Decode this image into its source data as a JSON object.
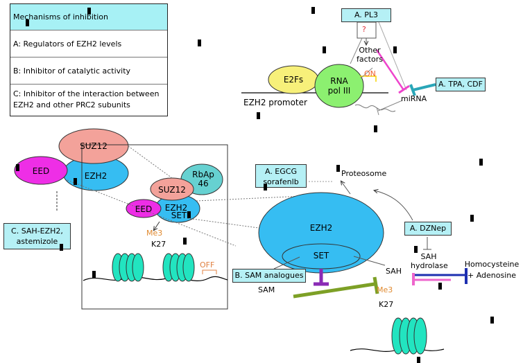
{
  "legend": {
    "title": "Mechanisms of inhibition",
    "rows": [
      "A: Regulators of EZH2 levels",
      "B: Inhibitor of catalytic activity",
      "C: Inhibitor of the interaction between EZH2 and other PRC2 subunits"
    ]
  },
  "promoter": {
    "pl3": "A. PL3",
    "question": "?",
    "other_factors": "Other factors",
    "e2fs": "E2Fs",
    "rnapol": "RNA pol III",
    "on": "ON",
    "tpa_cdf": "A. TPA, CDF",
    "mirna": "miRNA",
    "promoter_label": "EZH2 promoter"
  },
  "complex": {
    "suz12": "SUZ12",
    "eed": "EED",
    "ezh2": "EZH2",
    "sah_ezh2": "C. SAH-EZH2, astemizole",
    "rbap46": "RbAp 46",
    "suz12_small": "SUZ12",
    "eed_small": "EED",
    "ezh2_small": "EZH2",
    "set_small": "SET",
    "me3": "Me3",
    "k27": "K27",
    "off": "OFF"
  },
  "catalysis": {
    "egcg": "A. EGCG sorafenlb",
    "proteosome": "Proteosome",
    "ezh2_big": "EZH2",
    "set_big": "SET",
    "dznep": "A. DZNep",
    "sah_hydrolase": "SAH hydrolase",
    "homocysteine": "Homocysteine + Adenosine",
    "sam_analogues": "B. SAM analogues",
    "sam": "SAM",
    "sah": "SAH",
    "me3": "Me3",
    "k27": "K27"
  },
  "colors": {
    "cyan_box": "#b5f0f5",
    "ezh2_blue": "#36bdf2",
    "suz12_salmon": "#f3a29a",
    "eed_magenta": "#ee2ee6",
    "rbap_teal": "#66d1d1",
    "e2fs_yellow": "#f7f07a",
    "rnapol_green": "#8cf070",
    "nucleosome": "#22e4c0",
    "sam_bar": "#7da026",
    "set_purple": "#8a2bb5",
    "hydrolase_blue": "#1d2fb0"
  }
}
